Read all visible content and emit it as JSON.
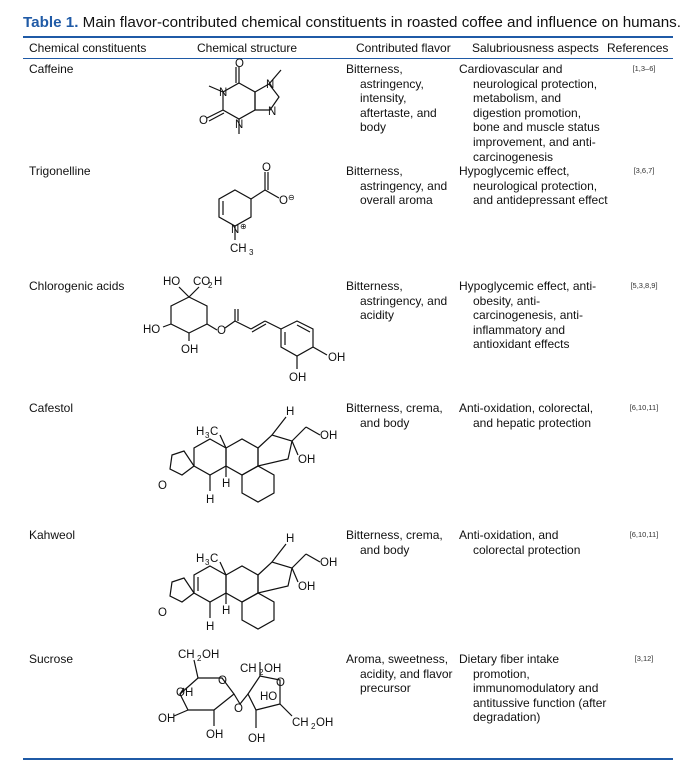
{
  "caption": {
    "label": "Table 1.",
    "text": "Main flavor-contributed chemical constituents in roasted coffee and influence on humans."
  },
  "headers": {
    "constituent": "Chemical constituents",
    "structure": "Chemical structure",
    "flavor": "Contributed flavor",
    "health": "Salubriousness aspects",
    "references": "References"
  },
  "rows": [
    {
      "name": "Caffeine",
      "flavor": "Bitterness, astringency, intensity, aftertaste, and body",
      "health": "Cardiovascular and neurological protection, metabolism, and digestion promotion, bone and muscle status improvement, and anti-carcinogenesis",
      "ref": "[1,3–6]"
    },
    {
      "name": "Trigonelline",
      "flavor": "Bitterness, astringency, and overall aroma",
      "health": "Hypoglycemic effect, neurological protection, and antidepressant effect",
      "ref": "[3,6,7]"
    },
    {
      "name": "Chlorogenic acids",
      "flavor": "Bitterness, astringency, and acidity",
      "health": "Hypoglycemic effect, anti-obesity, anti-carcinogenesis, anti-inflammatory and antioxidant effects",
      "ref": "[5,3,8,9]"
    },
    {
      "name": "Cafestol",
      "flavor": "Bitterness, crema, and body",
      "health": "Anti-oxidation, colorectal, and hepatic protection",
      "ref": "[6,10,11]"
    },
    {
      "name": "Kahweol",
      "flavor": "Bitterness, crema, and body",
      "health": "Anti-oxidation, and colorectal protection",
      "ref": "[6,10,11]"
    },
    {
      "name": "Sucrose",
      "flavor": "Aroma, sweetness, acidity, and flavor precursor",
      "health": "Dietary fiber intake promotion, immunomodulatory and antitussive function (after degradation)",
      "ref": "[3,12]"
    }
  ],
  "structure_labels": {
    "caffeine": {
      "o1": "O",
      "o2": "O",
      "n1": "N",
      "n3": "N",
      "n7": "N",
      "n9": "N"
    },
    "trigonelline": {
      "o1": "O",
      "o2": "O",
      "ominus": "⊖",
      "n": "N",
      "nplus": "⊕",
      "ch3": "CH",
      "sub3": "3"
    },
    "chlorogenic": {
      "ho": "HO",
      "co2h": "CO",
      "sub2": "2",
      "h": "H",
      "ho2": "HO",
      "oh1": "OH",
      "o": "O",
      "oh2": "OH",
      "oh3": "OH"
    },
    "cafestol": {
      "h": "H",
      "h3c": "H",
      "sub3": "3",
      "c": "C",
      "oh1": "OH",
      "oh2": "OH",
      "hh1": "H",
      "hh2": "H",
      "o": "O"
    },
    "kahweol": {
      "h": "H",
      "h3c": "H",
      "sub3": "3",
      "c": "C",
      "oh1": "OH",
      "oh2": "OH",
      "hh1": "H",
      "hh2": "H",
      "o": "O"
    },
    "sucrose": {
      "ch2oh1": "CH",
      "sub2a": "2",
      "oh_a": "OH",
      "ch2oh2": "CH",
      "sub2b": "2",
      "oh_b": "OH",
      "o1": "O",
      "oh1": "OH",
      "oh2": "OH",
      "o2": "O",
      "o3": "O",
      "ho": "HO",
      "ch2oh3": "CH",
      "sub2c": "2",
      "oh_c": "OH",
      "oh3": "OH",
      "oh4": "OH"
    }
  }
}
